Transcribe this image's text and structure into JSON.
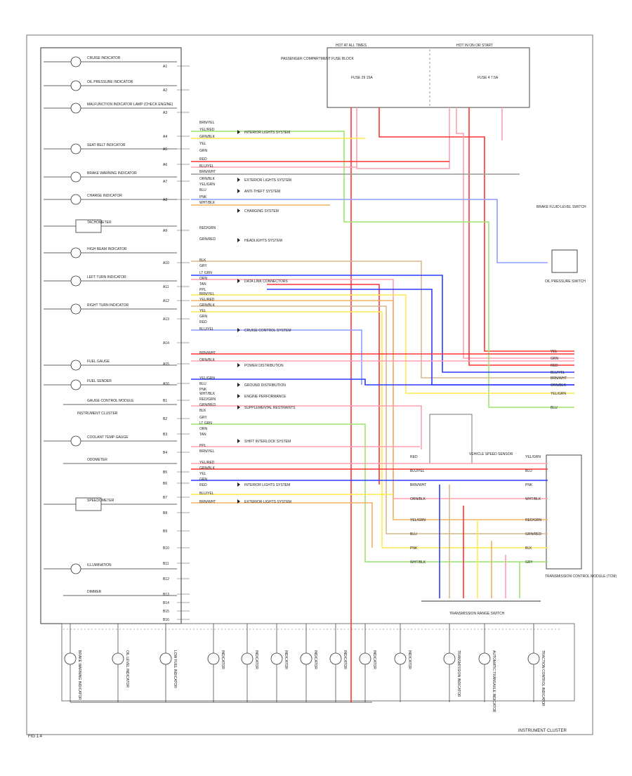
{
  "diagram": {
    "footer_right": "INSTRUMENT CLUSTER",
    "footer_left": "FIG 1.4",
    "fuse_box_left_title": "HOT AT ALL TIMES",
    "fuse_box_right_title": "HOT IN ON OR START",
    "fuse_box_caption": "PASSENGER COMPARTMENT FUSE BLOCK",
    "fuse_labels": [
      "FUSE 29 15A",
      "FUSE 4 7.5A"
    ],
    "transmission_range_switch": "TRANSMISSION RANGE SWITCH",
    "tcm_label": "TRANSMISSION CONTROL MODULE (TCM)",
    "vss_label": "VEHICLE SPEED SENSOR",
    "oil_pressure_switch": "OIL PRESSURE SWITCH",
    "brake_fluid_switch": "BRAKE FLUID LEVEL SWITCH",
    "cluster_label": "INSTRUMENT CLUSTER",
    "left_components": [
      "CRUISE INDICATOR",
      "OIL PRESSURE INDICATOR",
      "MALFUNCTION INDICATOR LAMP (CHECK ENGINE)",
      "SEAT BELT INDICATOR",
      "BRAKE WARNING INDICATOR",
      "CHARGE INDICATOR",
      "TACHOMETER",
      "HIGH BEAM INDICATOR",
      "LEFT TURN INDICATOR",
      "RIGHT TURN INDICATOR",
      "FUEL GAUGE",
      "FUEL SENDER",
      "GAUGE CONTROL MODULE",
      "COOLANT TEMP GAUGE",
      "ODOMETER",
      "SPEEDOMETER",
      "ILLUMINATION",
      "DIMMER"
    ],
    "wire_labels": [
      "BRN/YEL",
      "YEL/RED",
      "GRN/BLK",
      "YEL",
      "GRN",
      "RED",
      "BLU/YEL",
      "BRN/WHT",
      "ORN/BLK",
      "YEL/GRN",
      "BLU",
      "PNK",
      "WHT/BLK",
      "RED/GRN",
      "GRN/RED",
      "BLK",
      "GRY",
      "LT GRN",
      "ORN",
      "TAN",
      "PPL"
    ],
    "system_refs": [
      "INTERIOR LIGHTS SYSTEM",
      "EXTERIOR LIGHTS SYSTEM",
      "ANTI-THEFT SYSTEM",
      "CHARGING SYSTEM",
      "HEADLIGHTS SYSTEM",
      "DATA LINK CONNECTORS",
      "CRUISE CONTROL SYSTEM",
      "POWER DISTRIBUTION",
      "GROUND DISTRIBUTION",
      "ENGINE PERFORMANCE",
      "SUPPLEMENTAL RESTRAINTS",
      "SHIFT INTERLOCK SYSTEM"
    ],
    "bottom_components": [
      "BRAKE WARNING INDICATOR",
      "OIL LEVEL INDICATOR",
      "LOW FUEL INDICATOR",
      "INDICATOR",
      "INDICATOR",
      "INDICATOR",
      "INDICATOR",
      "INDICATOR",
      "INDICATOR",
      "INDICATOR",
      "TRANSMISSION INDICATOR",
      "AUTOMATIC TRANSAXLE INDICATOR",
      "TRACTION CONTROL INDICATOR"
    ],
    "pin_numbers": [
      "A1",
      "A2",
      "A3",
      "A4",
      "A5",
      "A6",
      "A7",
      "A8",
      "A9",
      "A10",
      "A11",
      "A12",
      "A13",
      "A14",
      "A15",
      "A16",
      "B1",
      "B2",
      "B3",
      "B4",
      "B5",
      "B6",
      "B7",
      "B8",
      "B9",
      "B10",
      "B11",
      "B12",
      "B13",
      "B14",
      "B15",
      "B16"
    ]
  },
  "colors": {
    "red": "#ff3333",
    "pink": "#ff9fb0",
    "green": "#33cc33",
    "lightgreen": "#99e66a",
    "yellow": "#ffe94d",
    "orange": "#f0b060",
    "blue": "#2a3cff",
    "lightblue": "#8a9dff",
    "tan": "#d9b98a",
    "grey": "#9a9a9a",
    "black": "#222222"
  }
}
